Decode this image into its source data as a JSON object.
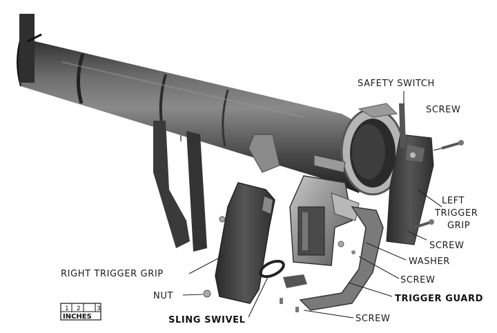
{
  "labels": {
    "safety_switch": "SAFETY SWITCH",
    "screw_top": "SCREW",
    "left_trigger_grip_1": "LEFT",
    "left_trigger_grip_2": "TRIGGER",
    "left_trigger_grip_3": "GRIP",
    "screw_right": "SCREW",
    "washer": "WASHER",
    "screw_middle": "SCREW",
    "trigger_guard": "TRIGGER GUARD",
    "screw_bottom": "SCREW",
    "right_trigger_grip": "RIGHT TRIGGER GRIP",
    "nut": "NUT",
    "sling_swivel": "SLING SWIVEL"
  },
  "scale": {
    "ticks": [
      "1",
      "2",
      "3"
    ],
    "unit": "INCHES"
  },
  "colors": {
    "metal_dark": "#3a3a3a",
    "metal_mid": "#6b6b6b",
    "metal_light": "#a9a9a9",
    "ink": "#1a1a1a"
  }
}
